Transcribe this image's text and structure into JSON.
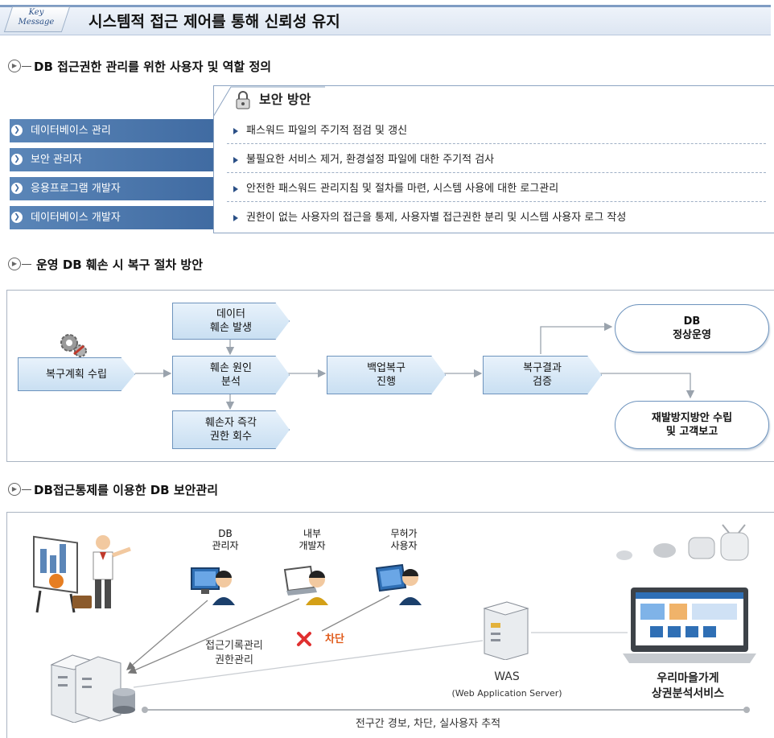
{
  "key_message": {
    "tag_line1": "Key",
    "tag_line2": "Message",
    "title": "시스템적 접근 제어를 통해 신뢰성 유지"
  },
  "sections": {
    "s1": "DB 접근권한 관리를 위한 사용자 및 역할 정의",
    "s2": "운영 DB 훼손 시 복구 절차 방안",
    "s3": "DB접근통제를 이용한 DB 보안관리"
  },
  "roles": [
    "데이터베이스 관리",
    "보안 관리자",
    "응용프로그램 개발자",
    "데이터베이스 개발자"
  ],
  "security": {
    "title": "보안 방안",
    "items": [
      "패스워드 파일의 주기적 점검 및 갱신",
      "불필요한 서비스 제거, 환경설정 파일에 대한 주기적 검사",
      "안전한 패스워드 관리지침 및 절차를 마련, 시스템 사용에 대한 로그관리",
      "권한이 없는 사용자의 접근을 통제, 사용자별 접근권한 분리 및 시스템 사용자 로그 작성"
    ]
  },
  "flow": {
    "plan": "복구계획 수립",
    "occur_l1": "데이터",
    "occur_l2": "훼손 발생",
    "cause_l1": "훼손 원인",
    "cause_l2": "분석",
    "revoke_l1": "훼손자 즉각",
    "revoke_l2": "권한 회수",
    "backup_l1": "백업복구",
    "backup_l2": "진행",
    "verify_l1": "복구결과",
    "verify_l2": "검증",
    "normal_l1": "DB",
    "normal_l2": "정상운영",
    "prevent_l1": "재발방지방안 수립",
    "prevent_l2": "및 고객보고"
  },
  "access": {
    "dba_l1": "DB",
    "dba_l2": "관리자",
    "dev_l1": "내부",
    "dev_l2": "개발자",
    "unauth_l1": "무허가",
    "unauth_l2": "사용자",
    "log_l1": "접근기록관리",
    "log_l2": "권한관리",
    "block": "차단",
    "was": "WAS",
    "was_full": "(Web Application Server)",
    "service_l1": "우리마을가게",
    "service_l2": "상권분석서비스",
    "footer": "전구간 경보, 차단, 실사용자 추적"
  }
}
